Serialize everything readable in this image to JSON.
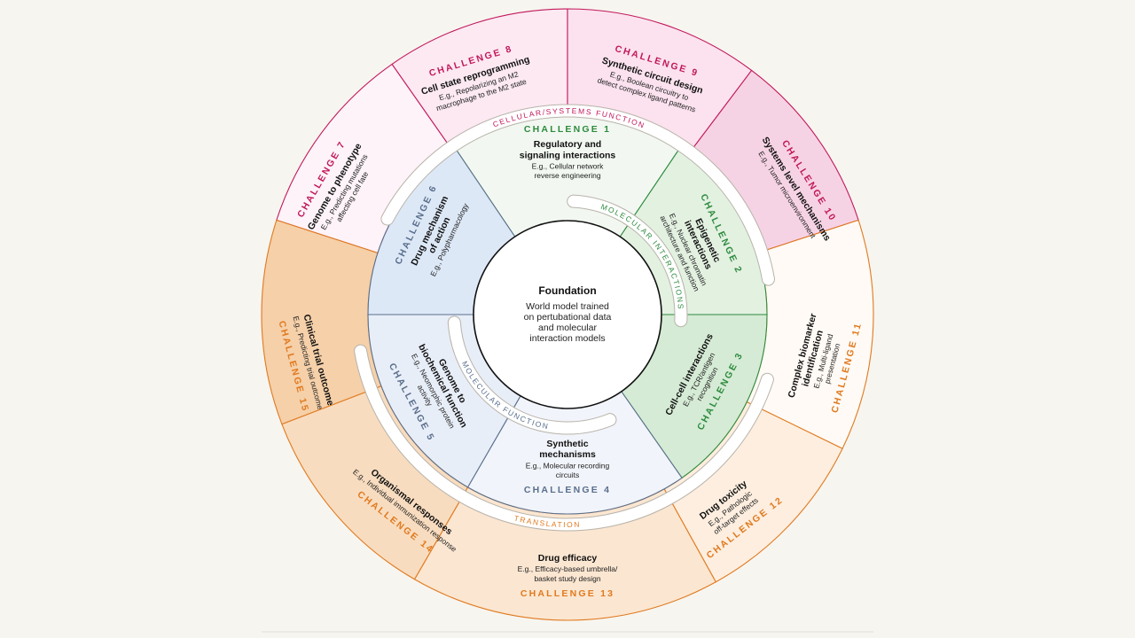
{
  "foundation": {
    "title": "Foundation",
    "lines": [
      "World model trained",
      "on pertubational data",
      "and molecular",
      "interaction models"
    ]
  },
  "bands": {
    "cellular": "CELLULAR/SYSTEMS FUNCTION",
    "molecular_interactions": "MOLECULAR INTERACTIONS",
    "molecular_function": "MOLECULAR FUNCTION",
    "translation": "TRANSLATION"
  },
  "colors": {
    "background": "#f7f5f0",
    "molecular_interactions": "#2e8b3e",
    "molecular_function": "#5a6f8c",
    "cellular_systems": "#c2185b",
    "translation": "#e07a1f"
  },
  "challenges": [
    {
      "id": 1,
      "label": "CHALLENGE 1",
      "title": [
        "Regulatory and",
        "signaling interactions"
      ],
      "example": [
        "E.g., Cellular network",
        "reverse engineering"
      ]
    },
    {
      "id": 2,
      "label": "CHALLENGE 2",
      "title": [
        "Epigenetic",
        "interactions"
      ],
      "example": [
        "E.g., Nuclear chromatin",
        "architecture and function"
      ]
    },
    {
      "id": 3,
      "label": "CHALLENGE 3",
      "title": [
        "Cell-cell interactions"
      ],
      "example": [
        "E.g., TCR/antigen",
        "recognition"
      ]
    },
    {
      "id": 4,
      "label": "CHALLENGE 4",
      "title": [
        "Synthetic",
        "mechanisms"
      ],
      "example": [
        "E.g., Molecular recording",
        "circuits"
      ]
    },
    {
      "id": 5,
      "label": "CHALLENGE 5",
      "title": [
        "Genome to",
        "biochemical function"
      ],
      "example": [
        "E.g., Neomorphic protein",
        "activity"
      ]
    },
    {
      "id": 6,
      "label": "CHALLENGE 6",
      "title": [
        "Drug mechanism",
        "of action"
      ],
      "example": [
        "E.g., Polypharmacology"
      ]
    },
    {
      "id": 7,
      "label": "CHALLENGE 7",
      "title": [
        "Genome to phenotype"
      ],
      "example": [
        "E.g., Predicting mutations",
        "affecting cell fate"
      ]
    },
    {
      "id": 8,
      "label": "CHALLENGE 8",
      "title": [
        "Cell state reprogramming"
      ],
      "example": [
        "E.g., Repolarizing an M2",
        "macrophage to the M2 state"
      ]
    },
    {
      "id": 9,
      "label": "CHALLENGE 9",
      "title": [
        "Synthetic circuit design"
      ],
      "example": [
        "E.g., Boolean circuitry to",
        "detect complex ligand patterns"
      ]
    },
    {
      "id": 10,
      "label": "CHALLENGE 10",
      "title": [
        "Systems level mechanisms"
      ],
      "example": [
        "E.g., Tumor microenvironment"
      ]
    },
    {
      "id": 11,
      "label": "CHALLENGE 11",
      "title": [
        "Complex biomarker",
        "identification"
      ],
      "example": [
        "E.g., Multi-ligand",
        "presentation"
      ]
    },
    {
      "id": 12,
      "label": "CHALLENGE 12",
      "title": [
        "Drug toxicity"
      ],
      "example": [
        "E.g., Pathologic",
        "off-target effects"
      ]
    },
    {
      "id": 13,
      "label": "CHALLENGE 13",
      "title": [
        "Drug efficacy"
      ],
      "example": [
        "E.g., Efficacy-based umbrella/",
        "basket study design"
      ]
    },
    {
      "id": 14,
      "label": "CHALLENGE 14",
      "title": [
        "Organismal responses"
      ],
      "example": [
        "E.g., Individual immunization response"
      ]
    },
    {
      "id": 15,
      "label": "CHALLENGE 15",
      "title": [
        "Clinical trial outcome"
      ],
      "example": [
        "E.g., Predicting trial outcome"
      ]
    }
  ]
}
